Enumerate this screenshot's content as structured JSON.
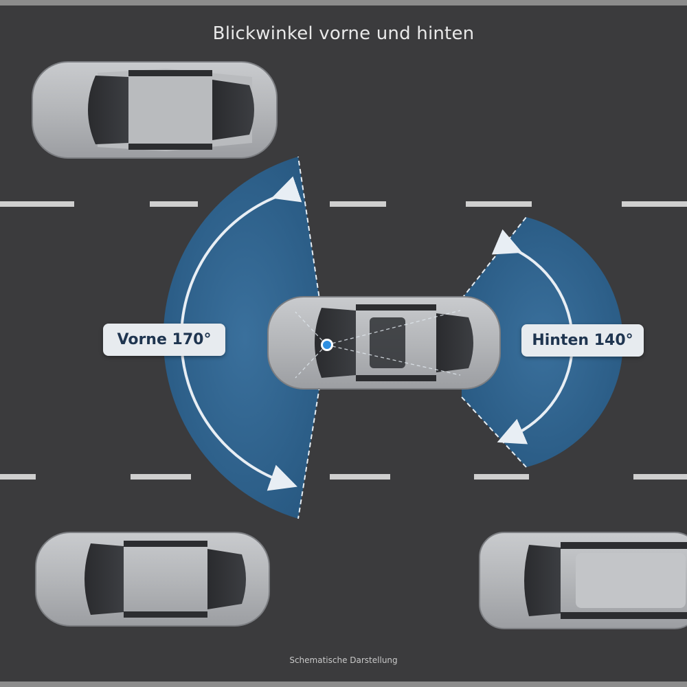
{
  "title": "Blickwinkel vorne und hinten",
  "caption": "Schematische Darstellung",
  "fields_of_view": {
    "front": {
      "label": "Vorne 170°",
      "angle_deg": 170
    },
    "rear": {
      "label": "Hinten 140°",
      "angle_deg": 140
    }
  },
  "colors": {
    "road": "#3b3b3d",
    "fov_fill": "#2a6a9c",
    "label_bg": "#e7ebef",
    "label_text": "#1f3550",
    "camera_dot": "#2f8fe0"
  }
}
